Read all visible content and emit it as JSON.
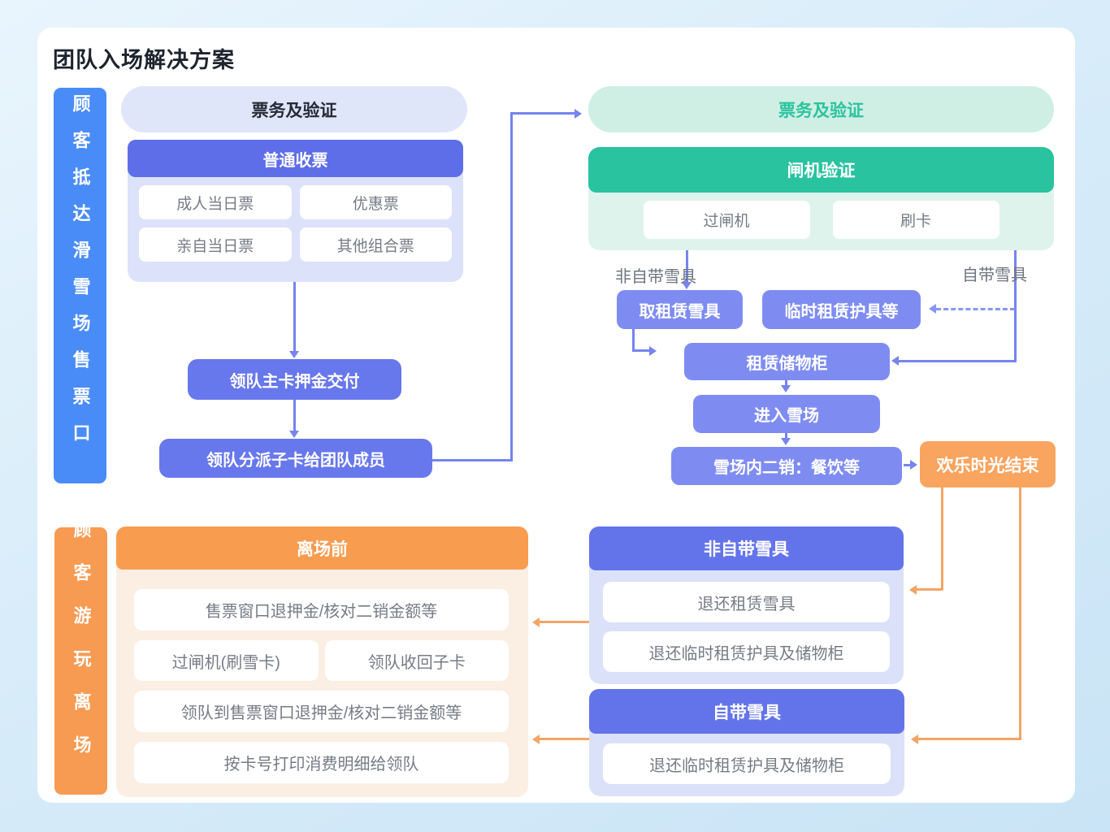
{
  "title": "团队入场解决方案",
  "sidebars": {
    "arrival": "顾客抵达滑雪场售票口",
    "leave": "顾客游玩离场"
  },
  "ticketing_left": {
    "header": "票务及验证",
    "bar": "普通收票",
    "tickets": [
      "成人当日票",
      "优惠票",
      "亲自当日票",
      "其他组合票"
    ]
  },
  "flow_left": {
    "deposit": "领队主卡押金交付",
    "distribute": "领队分派子卡给团队成员"
  },
  "ticketing_right": {
    "header": "票务及验证",
    "bar": "闸机验证",
    "methods": [
      "过闸机",
      "刷卡"
    ]
  },
  "mid_flow": {
    "label_rental": "非自带雪具",
    "label_own": "自带雪具",
    "get_rental": "取租赁雪具",
    "temp_gear": "临时租赁护具等",
    "locker": "租赁储物柜",
    "enter": "进入雪场",
    "secondary": "雪场内二销：餐饮等",
    "end": "欢乐时光结束"
  },
  "leave": {
    "header": "离场前",
    "items": [
      "售票窗口退押金/核对二销金额等",
      "过闸机(刷雪卡)",
      "领队收回子卡",
      "领队到售票窗口退押金/核对二销金额等",
      "按卡号打印消费明细给领队"
    ]
  },
  "return_rental": {
    "header": "非自带雪具",
    "items": [
      "退还租赁雪具",
      "退还临时租赁护具及储物柜"
    ]
  },
  "return_own": {
    "header": "自带雪具",
    "items": [
      "退还临时租赁护具及储物柜"
    ]
  },
  "colors": {
    "sidebar_blue": "#4A8CF7",
    "sidebar_orange": "#F79B52",
    "purple_bar": "#5E6EE8",
    "purple_flow_box": "#6777EC",
    "purple_mid_box": "#7E8CF2",
    "purple_header": "#6374EB",
    "purple_panel": "#DCE2F9",
    "purple_pill": "#E0E6FA",
    "green_bar": "#29C3A0",
    "green_pill": "#CFEEE4",
    "green_panel": "#DFF3ED",
    "green_text": "#2BC49E",
    "orange_header": "#F89C50",
    "orange_box": "#F9A45F",
    "orange_panel": "#FBEEE3",
    "line_purple": "#7584EE",
    "line_orange": "#F4A465",
    "title_text": "#1D242E",
    "gray_text": "#767B85"
  }
}
